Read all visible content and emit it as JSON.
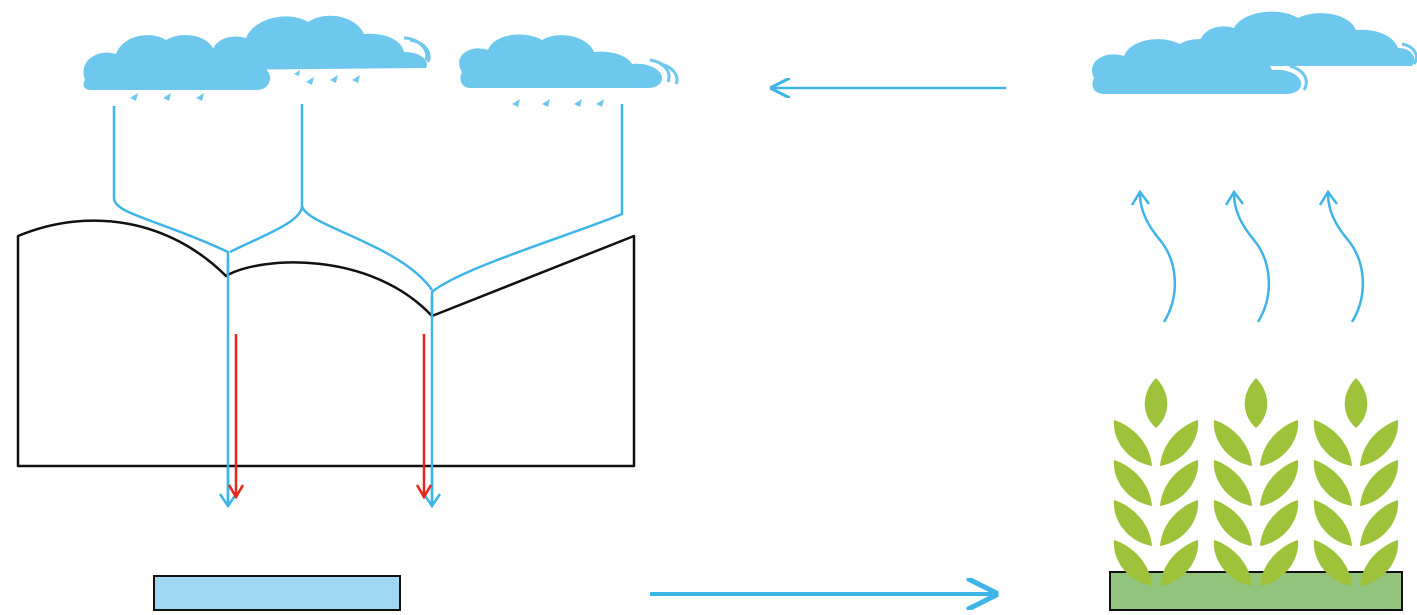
{
  "diagram": {
    "theme": "water-cycle",
    "colors": {
      "cloud": "#6ec8ee",
      "cloud_shadow": "#4fb3e4",
      "water": "#3fb4e8",
      "infiltration": "#e8241c",
      "terrain_stroke": "#111111",
      "reservoir_fill": "#9fd8f2",
      "field_fill": "#93c47d",
      "leaf": "#9ec23a"
    },
    "elements": [
      {
        "id": "left-cloud-group",
        "kind": "cloud-cluster",
        "raining": true
      },
      {
        "id": "middle-cloud",
        "kind": "cloud",
        "raining": true
      },
      {
        "id": "right-cloud-group",
        "kind": "cloud-cluster",
        "raining": false
      },
      {
        "id": "terrain",
        "kind": "landform"
      },
      {
        "id": "reservoir",
        "kind": "storage"
      },
      {
        "id": "crop-field",
        "kind": "vegetation"
      }
    ],
    "flows": [
      {
        "from": "clouds",
        "to": "terrain",
        "type": "runoff"
      },
      {
        "from": "terrain",
        "to": "reservoir",
        "type": "infiltration"
      },
      {
        "from": "reservoir",
        "to": "crop-field",
        "type": "transfer"
      },
      {
        "from": "crop-field",
        "to": "right-cloud-group",
        "type": "evaporation"
      },
      {
        "from": "right-cloud-group",
        "to": "left-cloud-group",
        "type": "advection"
      }
    ],
    "crop_stalks": 3,
    "evaporation_arrows": 3
  }
}
